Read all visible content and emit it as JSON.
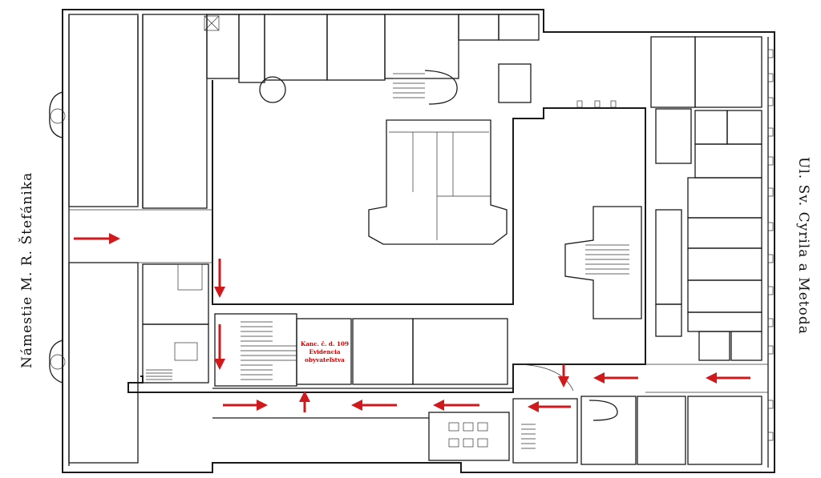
{
  "map": {
    "street_left": "Námestie M. R. Štefánika",
    "street_right": "Ul. Sv. Cyrila a Metoda",
    "office_label": {
      "line1": "Kanc. č. d. 109",
      "line2": "Evidencia",
      "line3": "obyvateľstva"
    },
    "arrow_color": "#d0191c"
  }
}
